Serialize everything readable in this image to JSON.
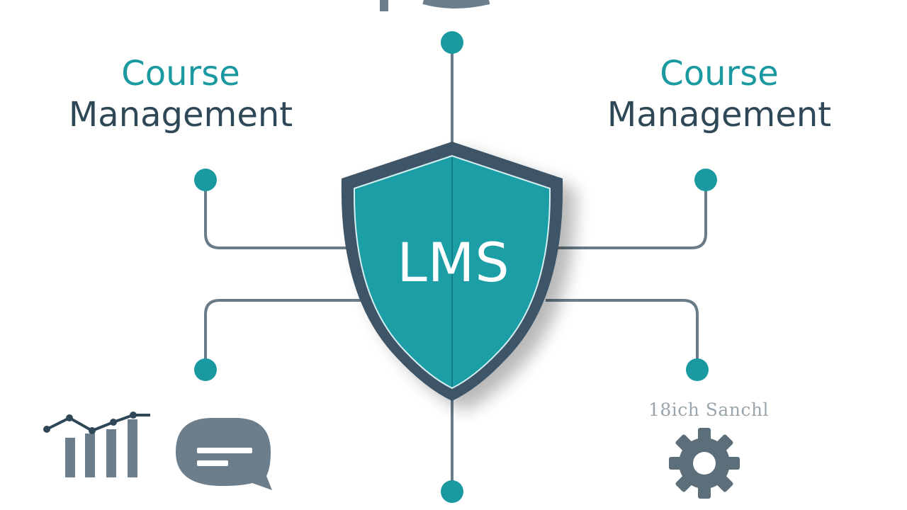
{
  "diagram": {
    "center_label": "LMS",
    "branches": {
      "top_left": {
        "line1": "Course",
        "line2": "Management"
      },
      "top_right": {
        "line1": "Course",
        "line2": "Management"
      },
      "bottom_right_caption": "18ich Sanchl"
    },
    "icons": {
      "bottom_left_1": "bar-chart-trend-icon",
      "bottom_left_2": "chat-bubble-icon",
      "bottom_right": "gear-icon",
      "top_center": "partial-icon"
    },
    "colors": {
      "teal": "#1a9aa0",
      "dark_slate": "#3e5566",
      "connector": "#6a7c88",
      "icon_gray": "#6c7e8c",
      "text_dark": "#2f4858"
    }
  }
}
